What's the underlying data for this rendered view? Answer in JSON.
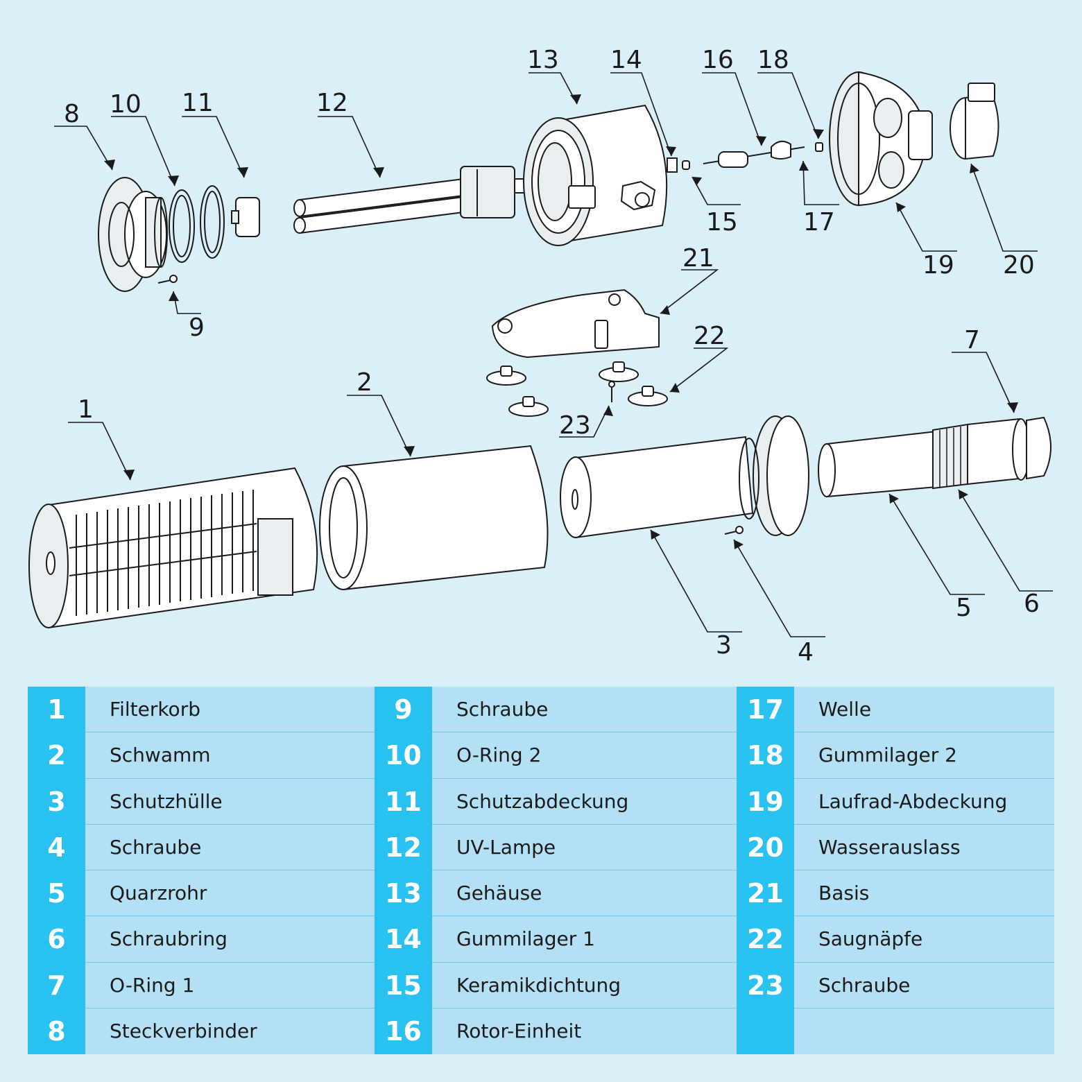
{
  "callouts": [
    "1",
    "2",
    "3",
    "4",
    "5",
    "6",
    "7",
    "8",
    "9",
    "10",
    "11",
    "12",
    "13",
    "14",
    "15",
    "16",
    "17",
    "18",
    "19",
    "20",
    "21",
    "22",
    "23"
  ],
  "legend": {
    "columns": [
      {
        "rows": [
          {
            "num": "1",
            "name": "Filterkorb"
          },
          {
            "num": "2",
            "name": "Schwamm"
          },
          {
            "num": "3",
            "name": "Schutzhülle"
          },
          {
            "num": "4",
            "name": "Schraube"
          },
          {
            "num": "5",
            "name": "Quarzrohr"
          },
          {
            "num": "6",
            "name": "Schraubring"
          },
          {
            "num": "7",
            "name": "O-Ring 1"
          },
          {
            "num": "8",
            "name": "Steckverbinder"
          }
        ]
      },
      {
        "rows": [
          {
            "num": "9",
            "name": "Schraube"
          },
          {
            "num": "10",
            "name": "O-Ring 2"
          },
          {
            "num": "11",
            "name": "Schutzabdeckung"
          },
          {
            "num": "12",
            "name": "UV-Lampe"
          },
          {
            "num": "13",
            "name": "Gehäuse"
          },
          {
            "num": "14",
            "name": "Gummilager 1"
          },
          {
            "num": "15",
            "name": "Keramikdichtung"
          },
          {
            "num": "16",
            "name": "Rotor-Einheit"
          }
        ]
      },
      {
        "rows": [
          {
            "num": "17",
            "name": "Welle"
          },
          {
            "num": "18",
            "name": "Gummilager 2"
          },
          {
            "num": "19",
            "name": "Laufrad-Abdeckung"
          },
          {
            "num": "20",
            "name": "Wasserauslass"
          },
          {
            "num": "21",
            "name": "Basis"
          },
          {
            "num": "22",
            "name": "Saugnäpfe"
          },
          {
            "num": "23",
            "name": "Schraube"
          },
          {
            "num": "",
            "name": ""
          }
        ]
      }
    ]
  },
  "colors": {
    "background": "#dbeff8",
    "number_strip": "#29c1ef",
    "name_cell": "#b3e0f4",
    "row_divider": "#6fc8ec"
  }
}
